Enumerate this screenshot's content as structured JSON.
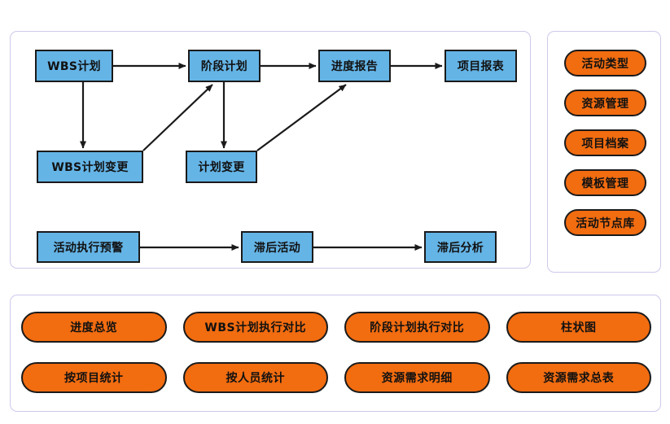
{
  "flow": {
    "nodes": [
      {
        "id": "wbs-plan",
        "label": "WBS计划"
      },
      {
        "id": "phase-plan",
        "label": "阶段计划"
      },
      {
        "id": "progress-report",
        "label": "进度报告"
      },
      {
        "id": "project-report",
        "label": "项目报表"
      },
      {
        "id": "wbs-change",
        "label": "WBS计划变更"
      },
      {
        "id": "plan-change",
        "label": "计划变更"
      },
      {
        "id": "activity-alert",
        "label": "活动执行预警"
      },
      {
        "id": "delay-activity",
        "label": "滞后活动"
      },
      {
        "id": "delay-analysis",
        "label": "滞后分析"
      }
    ],
    "edges": [
      {
        "from": "wbs-plan",
        "to": "phase-plan"
      },
      {
        "from": "phase-plan",
        "to": "progress-report"
      },
      {
        "from": "progress-report",
        "to": "project-report"
      },
      {
        "from": "wbs-plan",
        "to": "wbs-change"
      },
      {
        "from": "phase-plan",
        "to": "plan-change"
      },
      {
        "from": "wbs-change",
        "to": "phase-plan"
      },
      {
        "from": "plan-change",
        "to": "progress-report"
      },
      {
        "from": "activity-alert",
        "to": "delay-activity"
      },
      {
        "from": "delay-activity",
        "to": "delay-analysis"
      }
    ],
    "node_fill": "#64b4e6",
    "node_border": "#1a1a1a"
  },
  "tools": {
    "items": [
      {
        "label": "活动类型"
      },
      {
        "label": "资源管理"
      },
      {
        "label": "项目档案"
      },
      {
        "label": "模板管理"
      },
      {
        "label": "活动节点库"
      }
    ]
  },
  "reports": {
    "items": [
      {
        "label": "进度总览"
      },
      {
        "label": "WBS计划执行对比"
      },
      {
        "label": "阶段计划执行对比"
      },
      {
        "label": "柱状图"
      },
      {
        "label": "按项目统计"
      },
      {
        "label": "按人员统计"
      },
      {
        "label": "资源需求明细"
      },
      {
        "label": "资源需求总表"
      }
    ]
  },
  "colors": {
    "pill_fill": "#f26c10",
    "pill_border": "#1a1a1a",
    "panel_border": "#cdc9ec",
    "background": "#ffffff"
  }
}
